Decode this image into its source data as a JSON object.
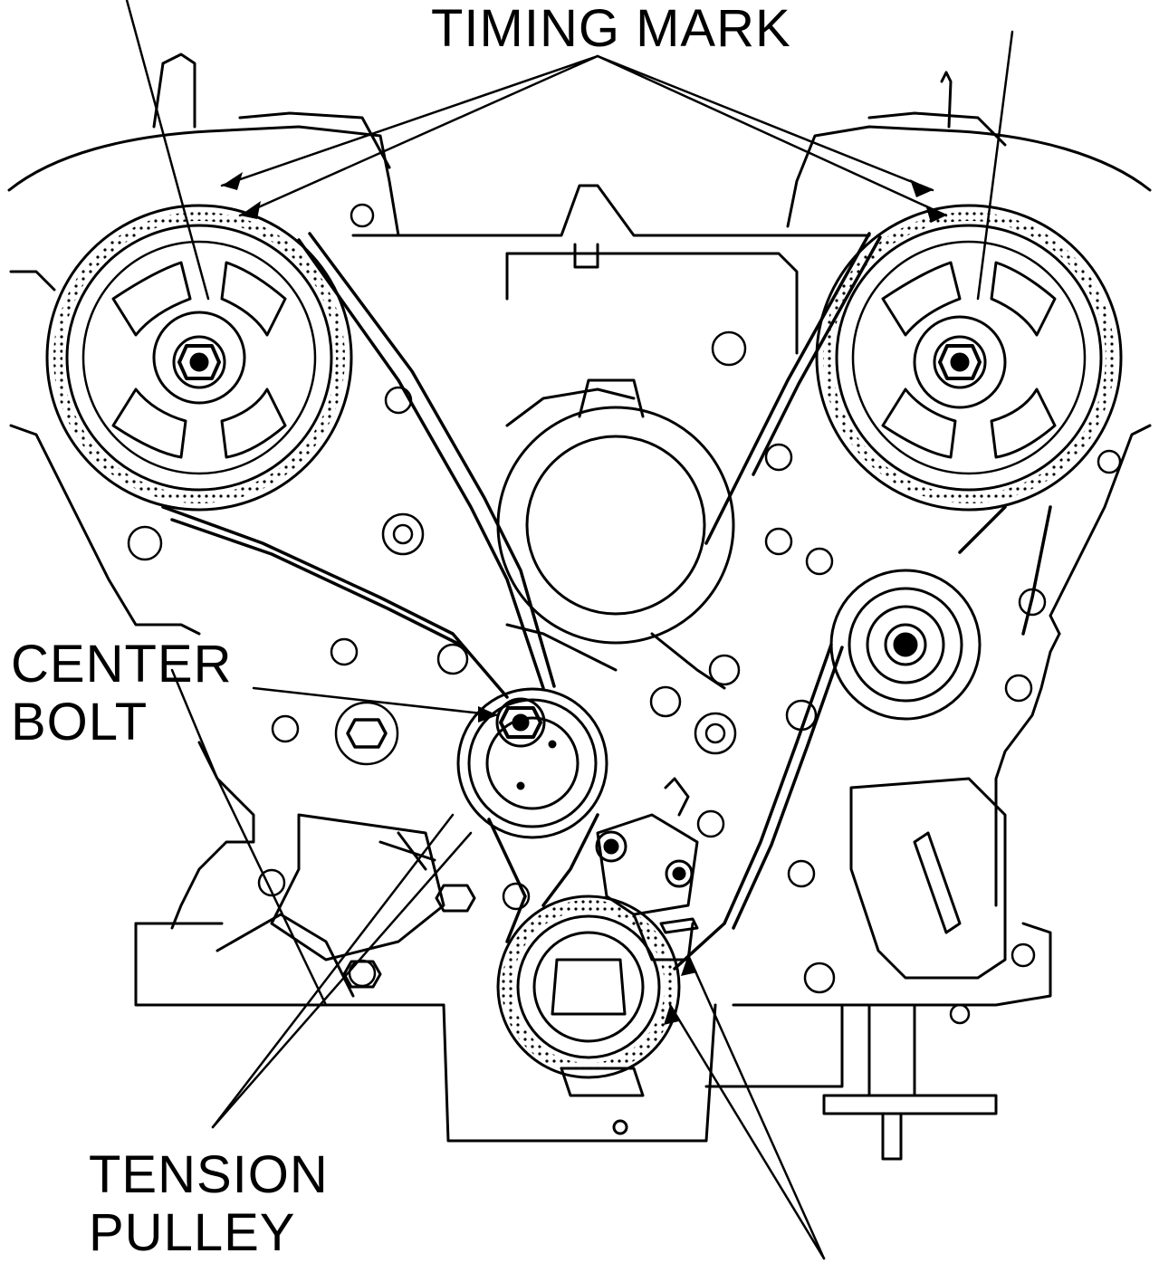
{
  "labels": {
    "timing_mark": "TIMING MARK",
    "center_bolt": [
      "CENTER",
      "BOLT"
    ],
    "tension_pulley": [
      "TENSION",
      "PULLEY"
    ]
  },
  "colors": {
    "ink": "#000000",
    "paper": "#ffffff"
  }
}
